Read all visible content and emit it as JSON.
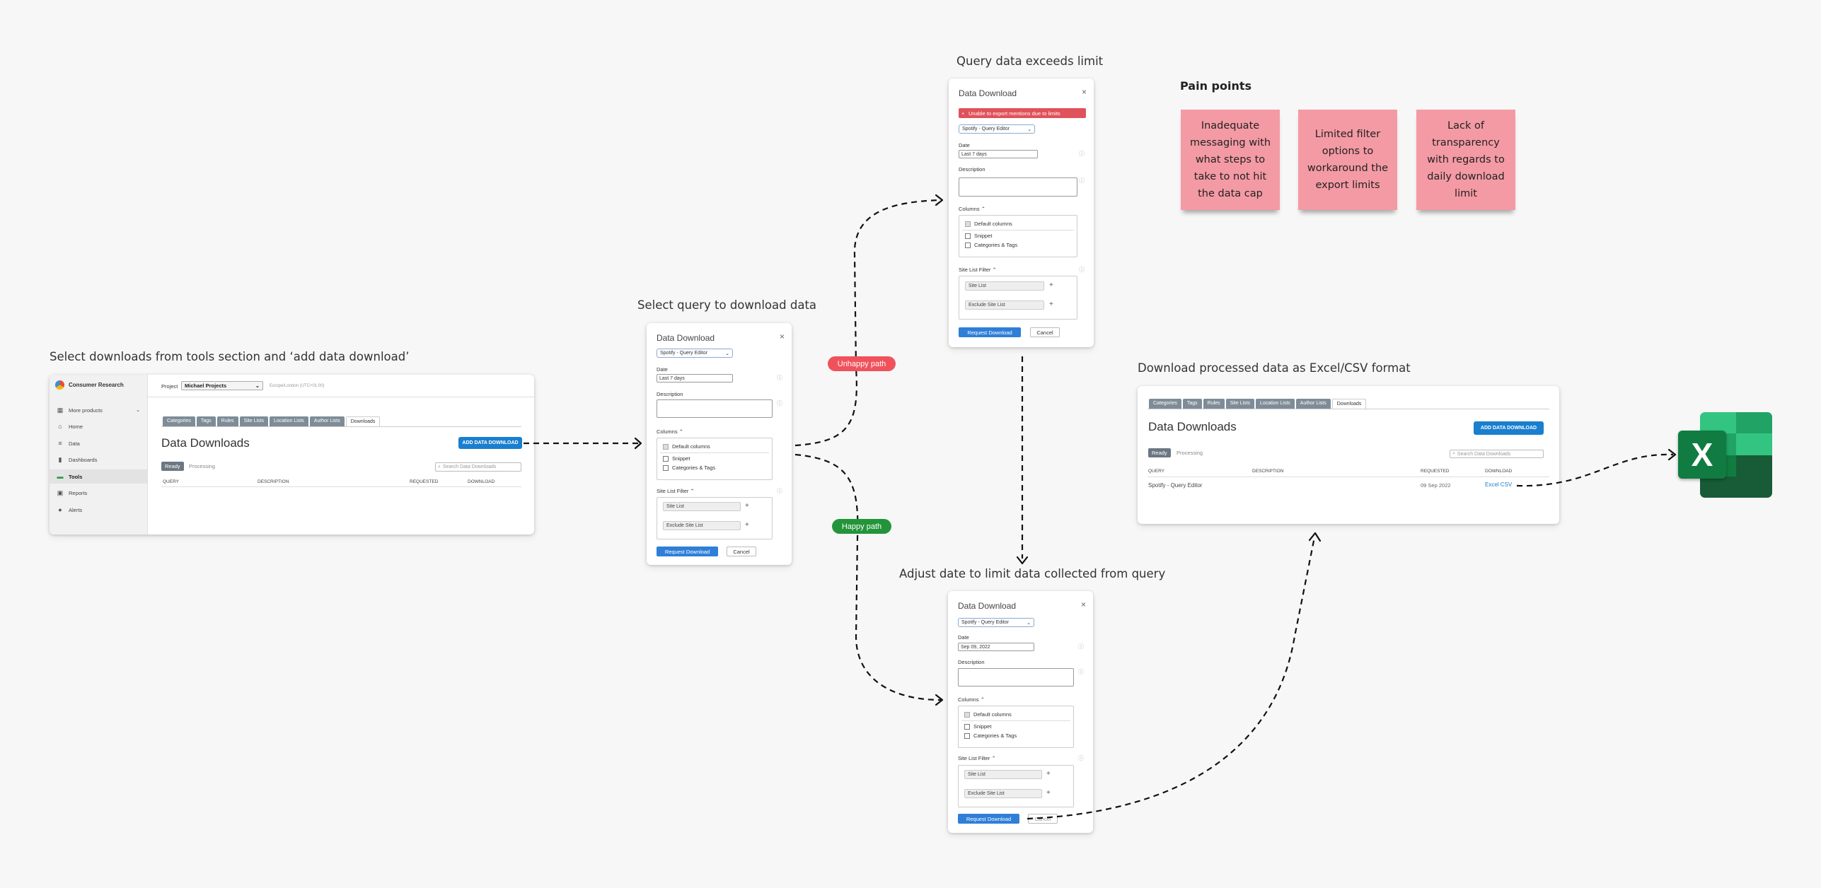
{
  "titles": {
    "step1": "Select downloads from tools section and ‘add data download’",
    "step2": "Select query to download data",
    "step3": "Query data exceeds limit",
    "step4": "Adjust date to limit data collected from query",
    "step5": "Download processed data as Excel/CSV format",
    "pain": "Pain points"
  },
  "paths": {
    "unhappy": "Unhappy path",
    "happy": "Happy path"
  },
  "pain_points": [
    "Inadequate messaging with what steps to take to not hit the data cap",
    "Limited filter options to workaround the export limits",
    "Lack of transparency with regards to daily download limit"
  ],
  "tools": {
    "brand": "Consumer Research",
    "project_label": "Project",
    "project_value": "Michael Projects",
    "timezone": "Europe/London (UTC+01:00)",
    "sidebar": [
      {
        "label": "More products",
        "icon": "grid-icon"
      },
      {
        "label": "Home",
        "icon": "home-icon"
      },
      {
        "label": "Data",
        "icon": "database-icon"
      },
      {
        "label": "Dashboards",
        "icon": "bar-chart-icon"
      },
      {
        "label": "Tools",
        "icon": "toolbox-icon"
      },
      {
        "label": "Reports",
        "icon": "report-icon"
      },
      {
        "label": "Alerts",
        "icon": "alert-icon"
      }
    ],
    "tabs": [
      "Categories",
      "Tags",
      "Rules",
      "Site Lists",
      "Location Lists",
      "Author Lists",
      "Downloads"
    ],
    "heading": "Data Downloads",
    "add_button": "ADD DATA DOWNLOAD",
    "filter_ready": "Ready",
    "filter_processing": "Processing",
    "search_placeholder": "Search Data Downloads",
    "columns": [
      "QUERY",
      "DESCRIPTION",
      "REQUESTED",
      "DOWNLOAD"
    ]
  },
  "dialog": {
    "title": "Data Download",
    "close": "×",
    "query": "Spotify - Query Editor",
    "date_label": "Date",
    "date_default": "Last 7 days",
    "date_adjusted": "Sep 09, 2022",
    "description_label": "Description",
    "columns_label": "Columns",
    "columns": [
      "Default columns",
      "Snippet",
      "Categories & Tags"
    ],
    "site_filter_label": "Site List Filter",
    "site_list": "Site List",
    "exclude_site_list": "Exclude Site List",
    "plus": "+",
    "request": "Request Download",
    "cancel": "Cancel",
    "error": "Unable to export mentions due to limits"
  },
  "downloads_result": {
    "tabs": [
      "Categories",
      "Tags",
      "Rules",
      "Site Lists",
      "Location Lists",
      "Author Lists",
      "Downloads"
    ],
    "heading": "Data Downloads",
    "add_button": "ADD DATA DOWNLOAD",
    "filter_ready": "Ready",
    "filter_processing": "Processing",
    "search_placeholder": "Search Data Downloads",
    "columns": [
      "QUERY",
      "DESCRIPTION",
      "REQUESTED",
      "DOWNLOAD"
    ],
    "row": {
      "query": "Spotify - Query Editor",
      "requested": "09 Sep 2022",
      "download": "Excel CSV"
    }
  },
  "excel_icon": {
    "letter": "X",
    "name": "excel-icon"
  },
  "colors": {
    "unhappy": "#f0525c",
    "happy": "#23943a",
    "sticky": "#f49aa4",
    "primary": "#1a7fce"
  }
}
